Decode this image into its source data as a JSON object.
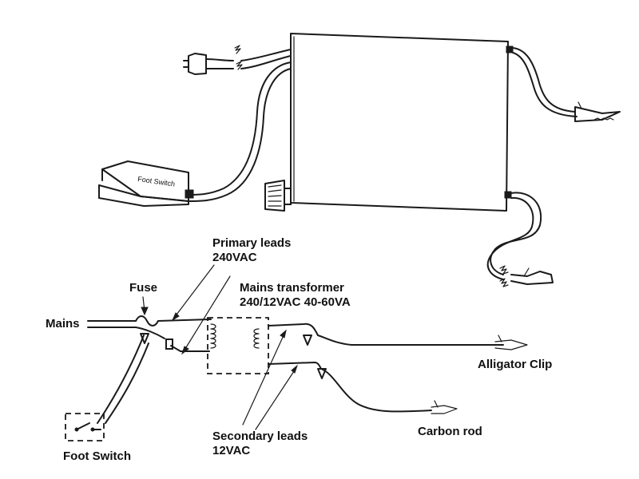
{
  "labels": {
    "foot_switch_pedal": "Foot Switch",
    "primary_leads": [
      "Primary leads",
      "240VAC"
    ],
    "fuse": "Fuse",
    "mains_transformer": [
      "Mains transformer",
      "240/12VAC 40-60VA"
    ],
    "mains": "Mains",
    "alligator_clip": "Alligator Clip",
    "secondary_leads": [
      "Secondary leads",
      "12VAC"
    ],
    "carbon_rod": "Carbon rod",
    "foot_switch": "Foot Switch"
  }
}
